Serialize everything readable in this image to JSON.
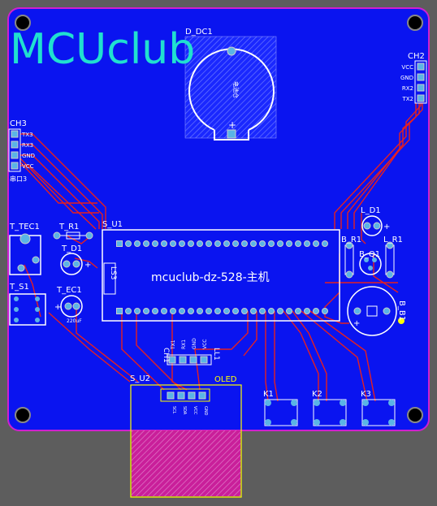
{
  "logo_text": "MCUclub",
  "board_text": "mcuclub-dz-528-主机",
  "designators": {
    "battery": "D_DC1",
    "ch2": "CH2",
    "ch3": "CH3",
    "ch1": "CH1",
    "ll1": "LL1",
    "mcu": "S_U1",
    "tec": "T_TEC1",
    "tr1": "T_R1",
    "td1": "T_D1",
    "ts1": "T_S1",
    "tec1": "T_EC1",
    "ld1": "L_D1",
    "br1": "B_R1",
    "lr1": "L_R1",
    "bq1": "B_Q1",
    "bb1": "B_B1",
    "su2": "S_U2",
    "oled": "OLED",
    "k1": "K1",
    "k2": "K2",
    "k3": "K3",
    "ls3": "LS3",
    "cap_value": "220uF"
  },
  "ch2_pins": [
    "VCC",
    "GND",
    "RX2",
    "TX2"
  ],
  "ch3_pins": [
    "TX3",
    "RX3",
    "GND",
    "VCC"
  ],
  "ch1_pins": [
    "TX1",
    "RX1",
    "GND",
    "VCC"
  ],
  "oled_pins": [
    "SCL",
    "SDA",
    "VCC",
    "GND"
  ],
  "colors": {
    "board": "#0a14f0",
    "background": "#5d5d5d",
    "trace": "#e62020",
    "silkscreen": "#ffffff",
    "overlay": "#ffff00",
    "outline": "#d020d0",
    "logo": "#20e0d0",
    "pad": "#c0c0c0"
  }
}
